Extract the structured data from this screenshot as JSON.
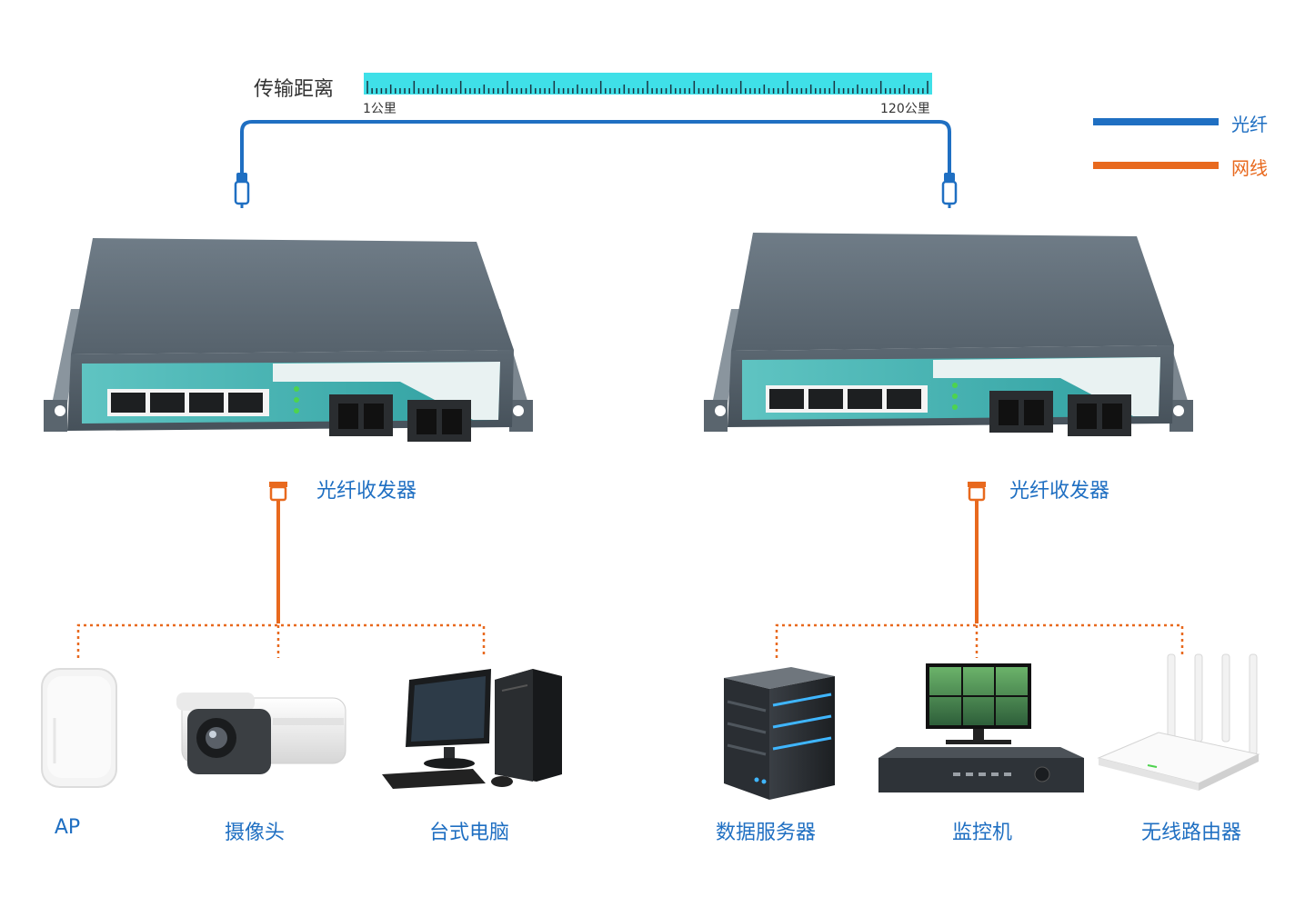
{
  "distance": {
    "title": "传输距离",
    "min_label": "1公里",
    "max_label": "120公里",
    "bar_color": "#3fe0e8"
  },
  "legend": {
    "fiber_label": "光纤",
    "fiber_color": "#1f6fc2",
    "copper_label": "网线",
    "copper_color": "#e8691e"
  },
  "transceivers": {
    "left_label": "光纤收发器",
    "right_label": "光纤收发器"
  },
  "devices": {
    "left": [
      "AP",
      "摄像头",
      "台式电脑"
    ],
    "right": [
      "数据服务器",
      "监控机",
      "无线路由器"
    ]
  }
}
